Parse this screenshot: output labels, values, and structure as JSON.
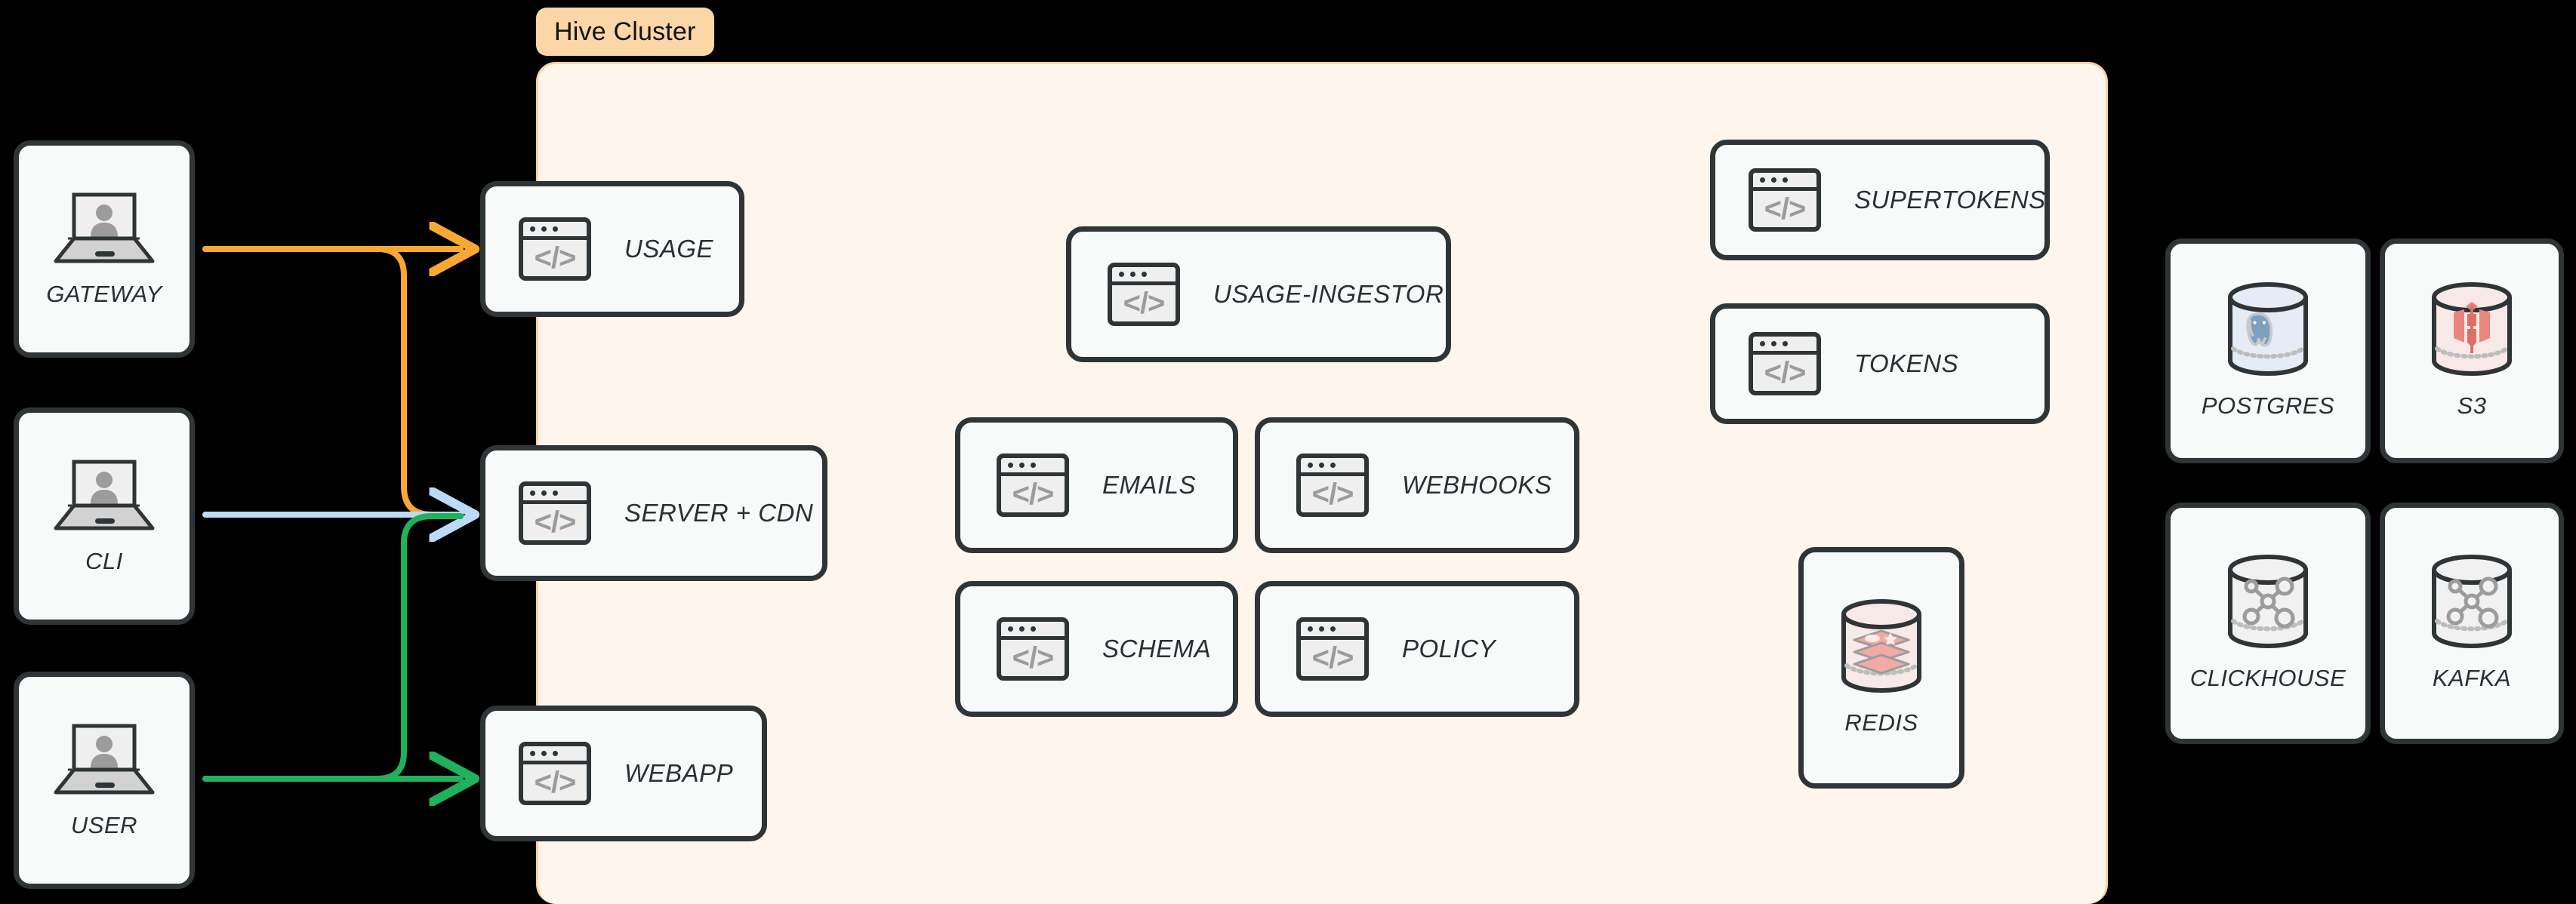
{
  "diagram": {
    "title": "Hive Cluster architecture diagram",
    "background": "#000000"
  },
  "cluster": {
    "badge_label": "Hive Cluster",
    "badge_bg": "#FBD6A6",
    "panel_bg": "#FEF5EC",
    "panel_border": "#FBD3A0"
  },
  "clients": [
    {
      "id": "gateway",
      "label": "GATEWAY",
      "icon": "laptop-user-icon"
    },
    {
      "id": "cli",
      "label": "CLI",
      "icon": "laptop-user-icon"
    },
    {
      "id": "user",
      "label": "USER",
      "icon": "laptop-user-icon"
    }
  ],
  "edge_services": [
    {
      "id": "usage",
      "label": "USAGE",
      "icon": "code-window-icon"
    },
    {
      "id": "server-cdn",
      "label": "SERVER + CDN",
      "icon": "code-window-icon"
    },
    {
      "id": "webapp",
      "label": "WEBAPP",
      "icon": "code-window-icon"
    }
  ],
  "cluster_services": [
    {
      "id": "usage-ingestor",
      "label": "USAGE-INGESTOR",
      "icon": "code-window-icon"
    },
    {
      "id": "emails",
      "label": "EMAILS",
      "icon": "code-window-icon"
    },
    {
      "id": "webhooks",
      "label": "WEBHOOKS",
      "icon": "code-window-icon"
    },
    {
      "id": "schema",
      "label": "SCHEMA",
      "icon": "code-window-icon"
    },
    {
      "id": "policy",
      "label": "POLICY",
      "icon": "code-window-icon"
    },
    {
      "id": "supertokens",
      "label": "SUPERTOKENS",
      "icon": "code-window-icon"
    },
    {
      "id": "tokens",
      "label": "TOKENS",
      "icon": "code-window-icon"
    }
  ],
  "cluster_datastores": [
    {
      "id": "redis",
      "label": "REDIS",
      "icon": "redis-cylinder-icon",
      "accent": "#E8A19B"
    }
  ],
  "external_datastores": [
    {
      "id": "postgres",
      "label": "POSTGRES",
      "icon": "postgres-cylinder-icon",
      "accent": "#7E9FC0"
    },
    {
      "id": "s3",
      "label": "S3",
      "icon": "s3-cylinder-icon",
      "accent": "#E08179"
    },
    {
      "id": "clickhouse",
      "label": "CLICKHOUSE",
      "icon": "network-cylinder-icon",
      "accent": "#9A9A9A"
    },
    {
      "id": "kafka",
      "label": "KAFKA",
      "icon": "network-cylinder-icon",
      "accent": "#9A9A9A"
    }
  ],
  "connections": [
    {
      "id": "gateway-to-usage",
      "from": "GATEWAY",
      "to": "USAGE",
      "color": "#F9A833"
    },
    {
      "id": "gateway-to-server-cdn",
      "from": "GATEWAY",
      "to": "SERVER + CDN",
      "color": "#F9A833"
    },
    {
      "id": "cli-to-server-cdn",
      "from": "CLI",
      "to": "SERVER + CDN",
      "color": "#BCD9F5"
    },
    {
      "id": "user-to-server-cdn",
      "from": "USER",
      "to": "SERVER + CDN",
      "color": "#20B15C"
    },
    {
      "id": "user-to-webapp",
      "from": "USER",
      "to": "WEBAPP",
      "color": "#20B15C"
    }
  ],
  "colors": {
    "orange": "#F9A833",
    "light_blue": "#BCD9F5",
    "green": "#20B15C",
    "node_border": "#2F3437",
    "node_fill": "#F8F9F9",
    "icon_gray": "#9C9C9C"
  },
  "icon_glyphs": {
    "code": "</>"
  }
}
